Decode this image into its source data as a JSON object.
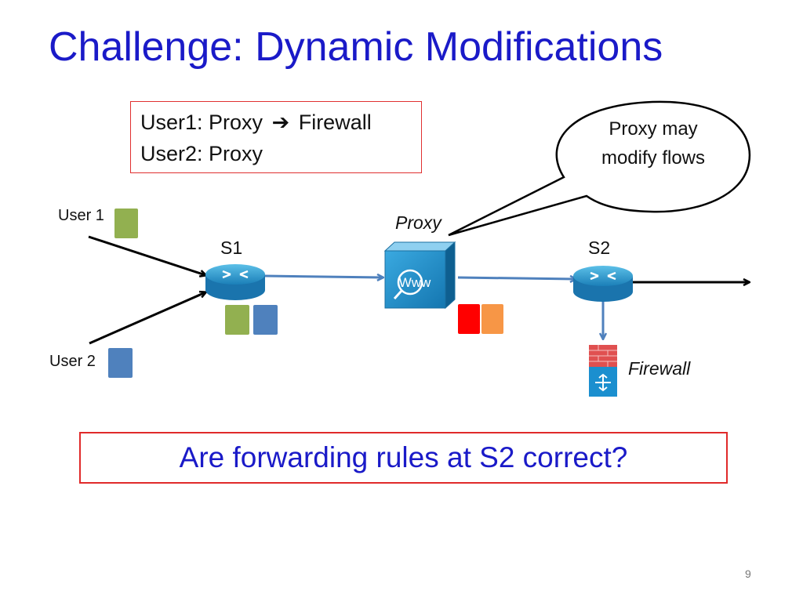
{
  "title": "Challenge: Dynamic Modifications",
  "policy": {
    "line1_prefix": "User1: Proxy",
    "line1_arrow": "➔",
    "line1_suffix": "Firewall",
    "line2": "User2: Proxy"
  },
  "callout": {
    "text": "Proxy may modify flows"
  },
  "nodes": {
    "user1": "User 1",
    "user2": "User 2",
    "s1": "S1",
    "s2": "S2",
    "proxy": "Proxy",
    "firewall": "Firewall"
  },
  "proxy_icon_text": "Www",
  "question": "Are forwarding rules at S2 correct?",
  "page_number": "9",
  "colors": {
    "title": "#1a1ac8",
    "packet_green": "#92b050",
    "packet_blue": "#4f81bd",
    "packet_red": "#ff0000",
    "packet_orange": "#f79646",
    "link_blue": "#4f81bd",
    "box_red": "#e02a2a"
  }
}
